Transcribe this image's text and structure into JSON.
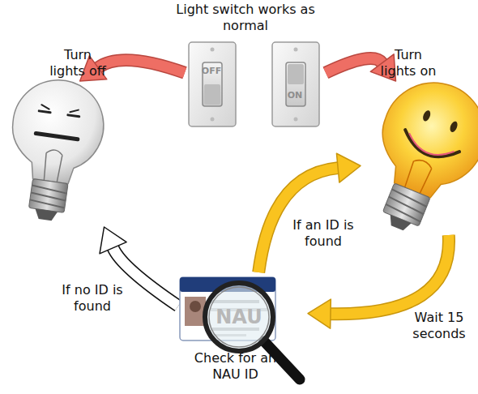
{
  "diagram": {
    "nodes": [
      {
        "text": [
          "Light switch works as normal"
        ]
      },
      {
        "text": [
          "Turn lights off"
        ]
      },
      {
        "text": [
          "Turn lights on"
        ]
      },
      {
        "text": [
          "Check for an NAU ID"
        ]
      }
    ],
    "edges": [
      {
        "from": 0,
        "to": 1,
        "arrow": "to"
      },
      {
        "from": 0,
        "to": 2,
        "arrow": "to"
      },
      {
        "from": 2,
        "to": 3,
        "label": "Wait 15 seconds",
        "arrow": "to"
      },
      {
        "from": 3,
        "to": 2,
        "label": "If an ID is found",
        "arrow": "to"
      },
      {
        "from": 3,
        "to": 1,
        "label": "If no ID is found",
        "arrow": "to"
      }
    ],
    "labels": [
      "OFF",
      "ON",
      "NAU"
    ]
  }
}
